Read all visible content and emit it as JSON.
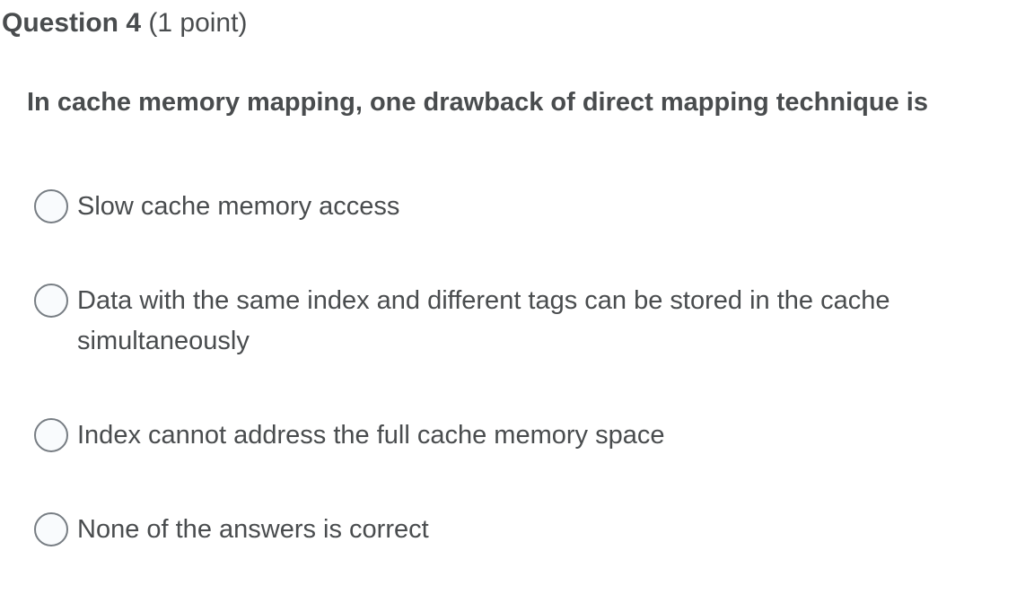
{
  "question": {
    "number_label": "Question 4",
    "points_label": "(1 point)",
    "text": "In cache memory mapping, one drawback of direct mapping technique is"
  },
  "options": [
    {
      "label": "Slow cache memory access",
      "selected": false
    },
    {
      "label": "Data with the same index and different tags can be stored in the cache simultaneously",
      "selected": false
    },
    {
      "label": "Index cannot address the full cache memory space",
      "selected": false
    },
    {
      "label": "None of the answers is correct",
      "selected": false
    }
  ],
  "colors": {
    "background": "#ffffff",
    "text": "#494c4e",
    "radio_border": "#777d83",
    "radio_fill": "#f9fbfd"
  }
}
